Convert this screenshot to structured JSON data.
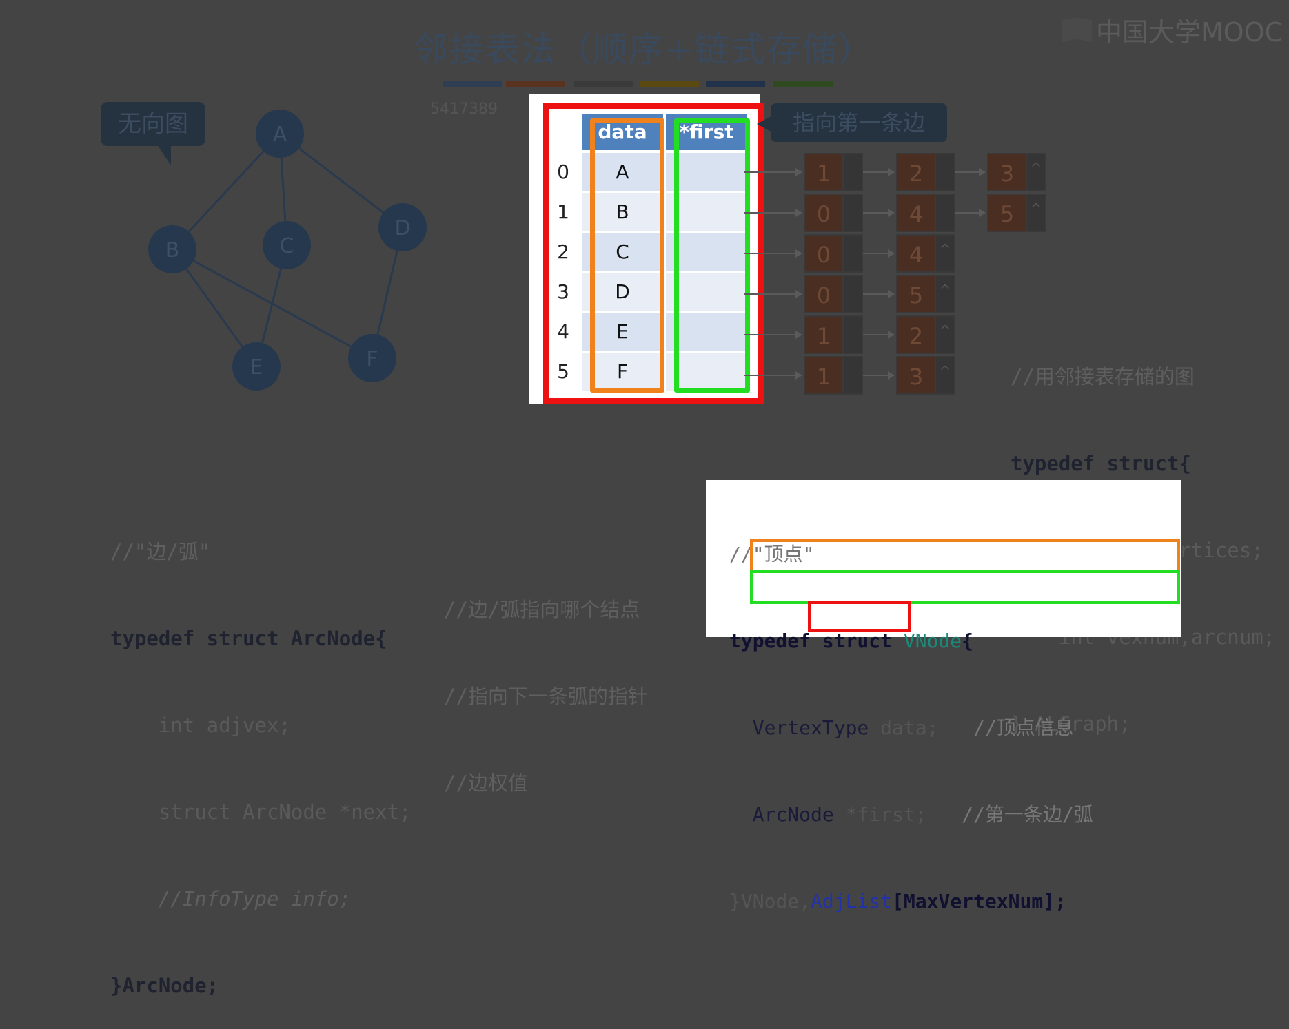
{
  "slide": {
    "title": "邻接表法（顺序+链式存储）",
    "brand": "中国大学MOOC",
    "watermark": "5417389",
    "stripe_colors": [
      "#2f3e52",
      "#5a3220",
      "#3a3a3a",
      "#5a4a12",
      "#22324a",
      "#2f4a20"
    ]
  },
  "graph": {
    "bubble_label": "无向图",
    "nodes": [
      "A",
      "B",
      "C",
      "D",
      "E",
      "F"
    ],
    "edges": [
      [
        "A",
        "B"
      ],
      [
        "A",
        "C"
      ],
      [
        "A",
        "D"
      ],
      [
        "B",
        "E"
      ],
      [
        "B",
        "F"
      ],
      [
        "C",
        "E"
      ],
      [
        "D",
        "F"
      ]
    ]
  },
  "adjacency_table": {
    "headers": [
      "data",
      "*first"
    ],
    "rows": [
      {
        "index": "0",
        "data": "A"
      },
      {
        "index": "1",
        "data": "B"
      },
      {
        "index": "2",
        "data": "C"
      },
      {
        "index": "3",
        "data": "D"
      },
      {
        "index": "4",
        "data": "E"
      },
      {
        "index": "5",
        "data": "F"
      }
    ],
    "callout": "指向第一条边"
  },
  "arc_lists": [
    [
      "1",
      "2",
      "3"
    ],
    [
      "0",
      "4",
      "5"
    ],
    [
      "0",
      "4"
    ],
    [
      "0",
      "5"
    ],
    [
      "1",
      "2"
    ],
    [
      "1",
      "3"
    ]
  ],
  "null_marker": "^",
  "algraph_code": {
    "comment": "//用邻接表存储的图",
    "lines": [
      "typedef struct{",
      "    AdjList vertices;",
      "    int vexnum,arcnum;",
      "} ALGraph;"
    ]
  },
  "arcnode_code": {
    "comment": "//\"边/弧\"",
    "line1": "typedef struct ArcNode{",
    "line2": "    int adjvex;",
    "line2_comment": "//边/弧指向哪个结点",
    "line3": "    struct ArcNode *next;",
    "line3_comment": "//指向下一条弧的指针",
    "line4": "    //InfoType info;",
    "line4_comment": "//边权值",
    "line5": "}ArcNode;"
  },
  "vnode_code": {
    "comment": "//\"顶点\"",
    "line1_kw": "typedef struct ",
    "line1_type": "VNode",
    "line1_end": "{",
    "line2_type": "  VertexType",
    "line2_id": " data;",
    "line2_comment": "   //顶点信息",
    "line3_type": "  ArcNode",
    "line3_id": " *first;",
    "line3_comment": "   //第一条边/弧",
    "line4_a": "}VNode,",
    "line4_b": "AdjList",
    "line4_c": "[MaxVertexNum];"
  }
}
